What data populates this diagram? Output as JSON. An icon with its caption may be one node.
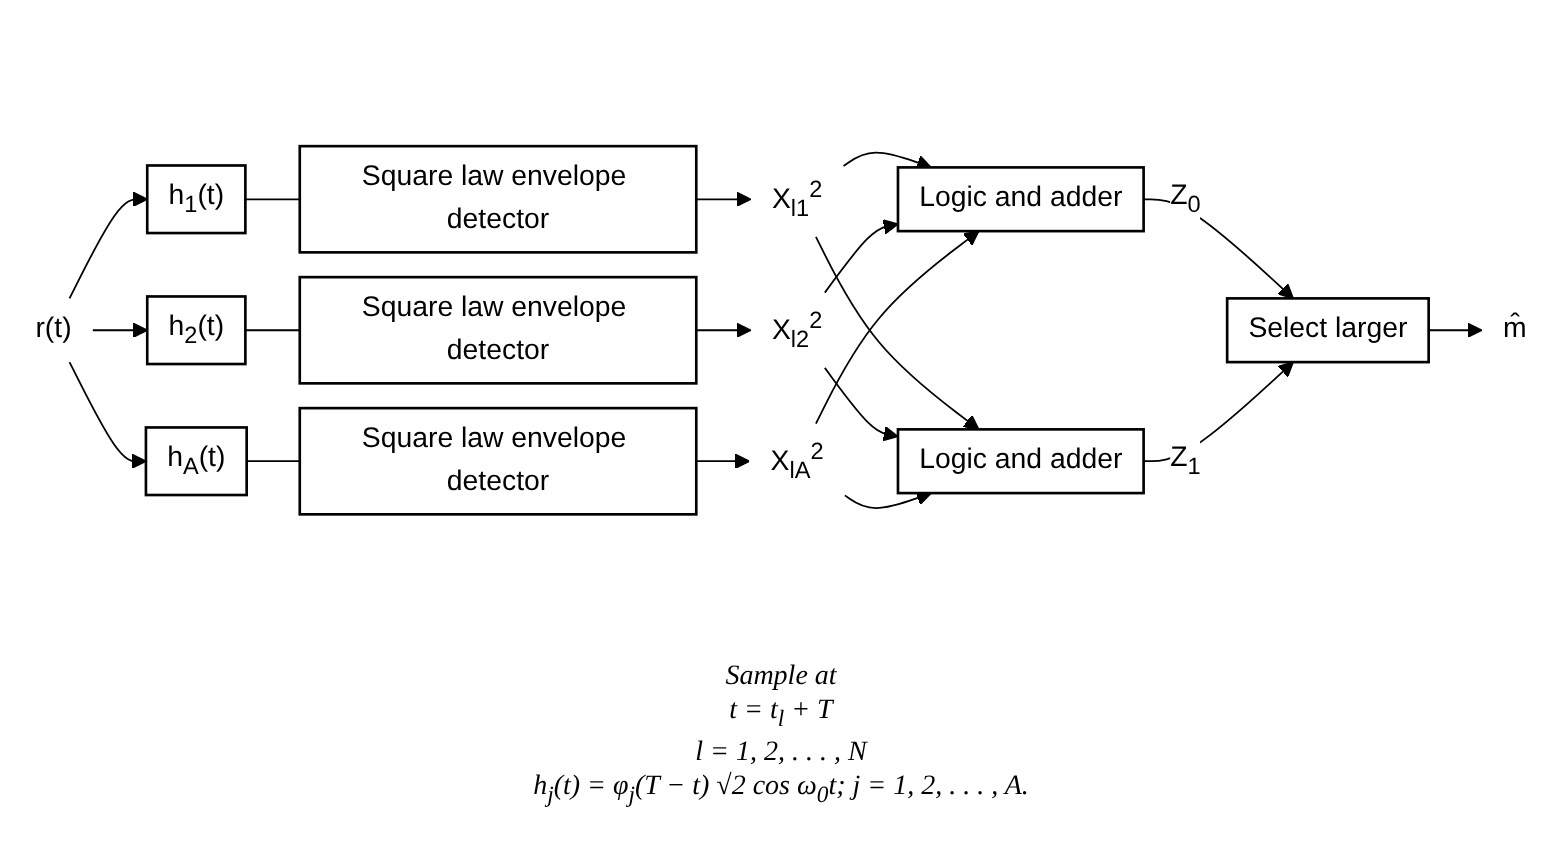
{
  "diagram": {
    "nodes": [
      {
        "text": [
          "r(t)"
        ]
      },
      {
        "text": [
          "h$_{1}$(t)"
        ]
      },
      {
        "text": [
          "h$_{2}$(t)"
        ]
      },
      {
        "text": [
          "h$_{A}$(t)"
        ]
      },
      {
        "text": [
          "Square law envelope detector"
        ]
      },
      {
        "text": [
          "Square law envelope detector"
        ]
      },
      {
        "text": [
          "Square law envelope detector"
        ]
      },
      {
        "text": [
          "X$_{l1}$$^{2}$"
        ]
      },
      {
        "text": [
          "X$_{l2}$$^{2}$"
        ]
      },
      {
        "text": [
          "X$_{lA}$$^{2}$"
        ]
      },
      {
        "text": [
          "Logic and adder"
        ]
      },
      {
        "text": [
          "Logic and adder"
        ]
      },
      {
        "text": [
          "Select larger"
        ]
      },
      {
        "text": [
          "m̂"
        ]
      }
    ],
    "edges": [
      {
        "from": 0,
        "to": 1,
        "arrow": "to"
      },
      {
        "from": 0,
        "to": 2,
        "arrow": "to"
      },
      {
        "from": 0,
        "to": 3,
        "arrow": "to"
      },
      {
        "from": 1,
        "to": 4,
        "arrow": "none"
      },
      {
        "from": 2,
        "to": 5,
        "arrow": "none"
      },
      {
        "from": 3,
        "to": 6,
        "arrow": "none"
      },
      {
        "from": 4,
        "to": 7,
        "arrow": "to"
      },
      {
        "from": 5,
        "to": 8,
        "arrow": "to"
      },
      {
        "from": 6,
        "to": 9,
        "arrow": "to"
      },
      {
        "from": 7,
        "to": 10,
        "arrow": "to"
      },
      {
        "from": 8,
        "to": 10,
        "arrow": "to"
      },
      {
        "from": 9,
        "to": 10,
        "arrow": "to"
      },
      {
        "from": 7,
        "to": 11,
        "arrow": "to"
      },
      {
        "from": 8,
        "to": 11,
        "arrow": "to"
      },
      {
        "from": 9,
        "to": 11,
        "arrow": "to"
      },
      {
        "from": 10,
        "to": 12,
        "label": "Z$_{0}$",
        "arrow": "to"
      },
      {
        "from": 11,
        "to": 12,
        "label": "Z$_{1}$",
        "arrow": "to"
      },
      {
        "from": 12,
        "to": 13,
        "arrow": "to"
      }
    ],
    "labels": [
      "Sample at",
      "t = t$_{l}$ + T",
      "l = 1, 2, . . . , N",
      "h$_{j}$(t) = φ$_{j}$(T − t) √2 cos ω$_{0}$t;  j = 1, 2, . . . , A."
    ]
  }
}
